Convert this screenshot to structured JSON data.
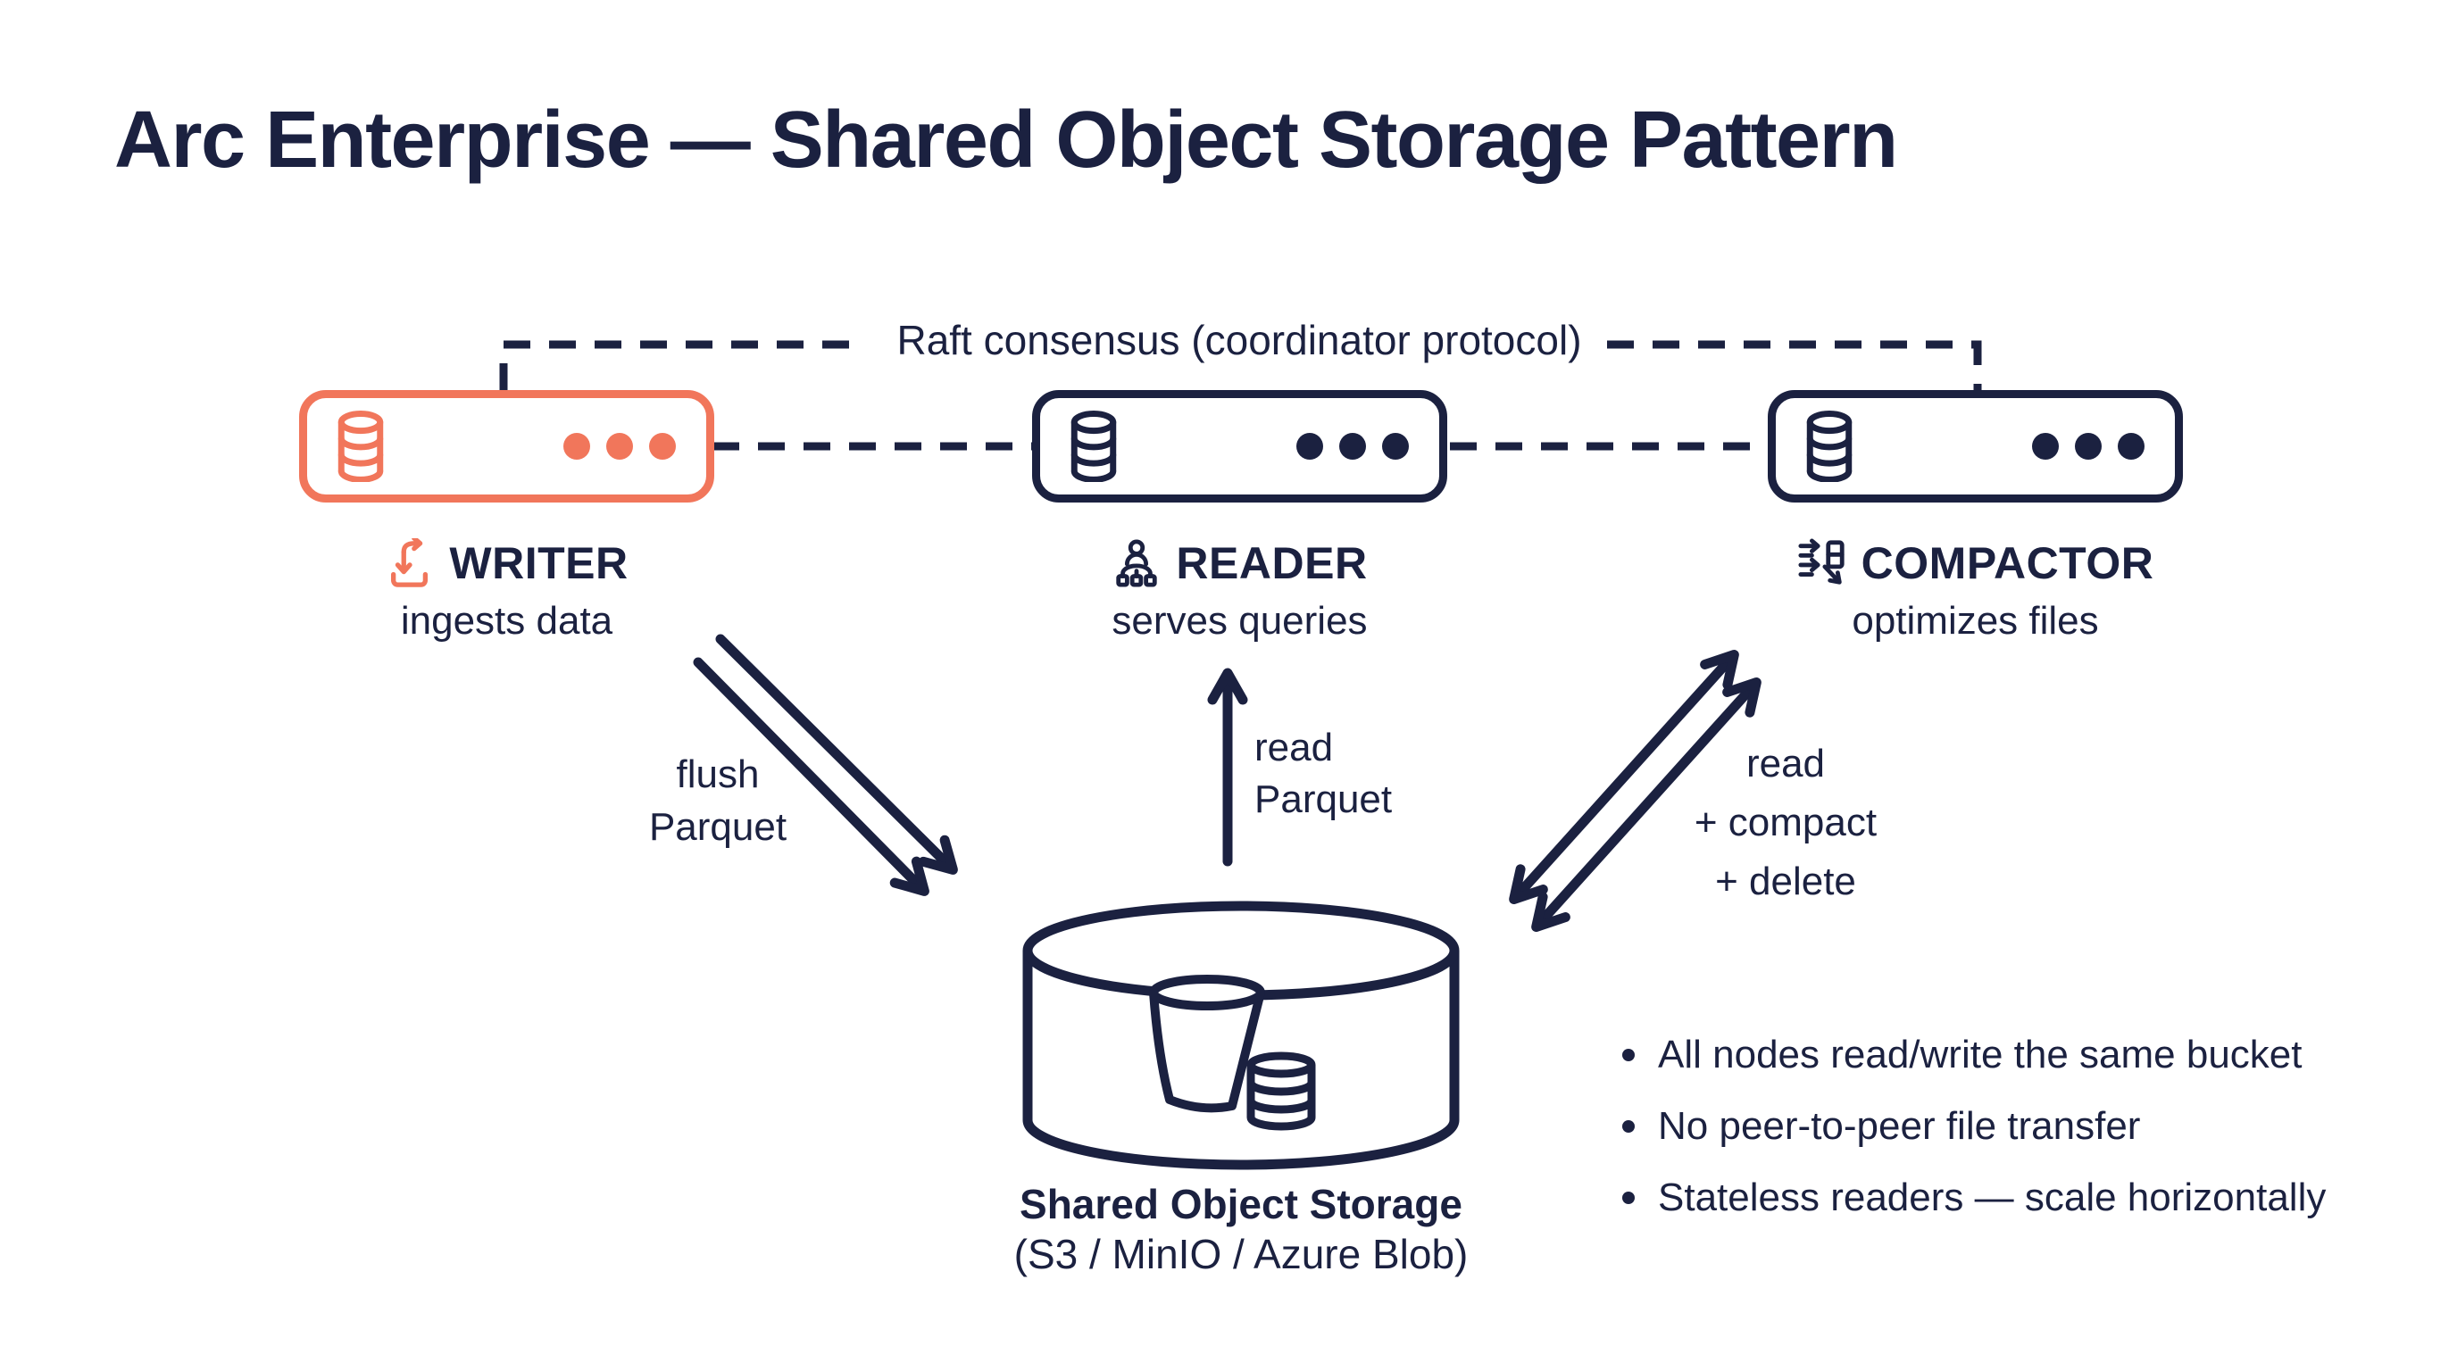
{
  "title": "Arc Enterprise — Shared Object Storage Pattern",
  "palette": {
    "navy": "#1B2140",
    "coral": "#F1765B",
    "background": "#FFFFFF"
  },
  "consensus_label": "Raft consensus (coordinator protocol)",
  "nodes": [
    {
      "id": "writer",
      "label": "WRITER",
      "subtitle": "ingests data",
      "accent": "#F1765B",
      "box_icon": "database-icon",
      "label_icon": "ingest-arrows-icon"
    },
    {
      "id": "reader",
      "label": "READER",
      "subtitle": "serves queries",
      "accent": "#1B2140",
      "box_icon": "database-icon",
      "label_icon": "user-hierarchy-icon"
    },
    {
      "id": "compactor",
      "label": "COMPACTOR",
      "subtitle": "optimizes files",
      "accent": "#1B2140",
      "box_icon": "database-icon",
      "label_icon": "merge-files-icon"
    }
  ],
  "edges": {
    "flush": {
      "from": "writer",
      "to": "storage",
      "style": "double-line-arrow",
      "direction": "to-storage",
      "lines": [
        "flush",
        "Parquet"
      ]
    },
    "read": {
      "from": "storage",
      "to": "reader",
      "style": "single-arrow",
      "direction": "to-reader",
      "lines": [
        "read",
        "Parquet"
      ]
    },
    "compact": {
      "from": "compactor",
      "to": "storage",
      "style": "double-line-arrow",
      "direction": "bidirectional",
      "lines": [
        "read",
        "+ compact",
        "+ delete"
      ]
    }
  },
  "storage": {
    "title": "Shared Object Storage",
    "subtitle": "(S3 / MinIO / Azure Blob)",
    "icons": [
      "bucket-icon",
      "coin-stack-icon"
    ]
  },
  "notes": [
    "All nodes read/write the same bucket",
    "No peer-to-peer file transfer",
    "Stateless readers — scale horizontally"
  ]
}
